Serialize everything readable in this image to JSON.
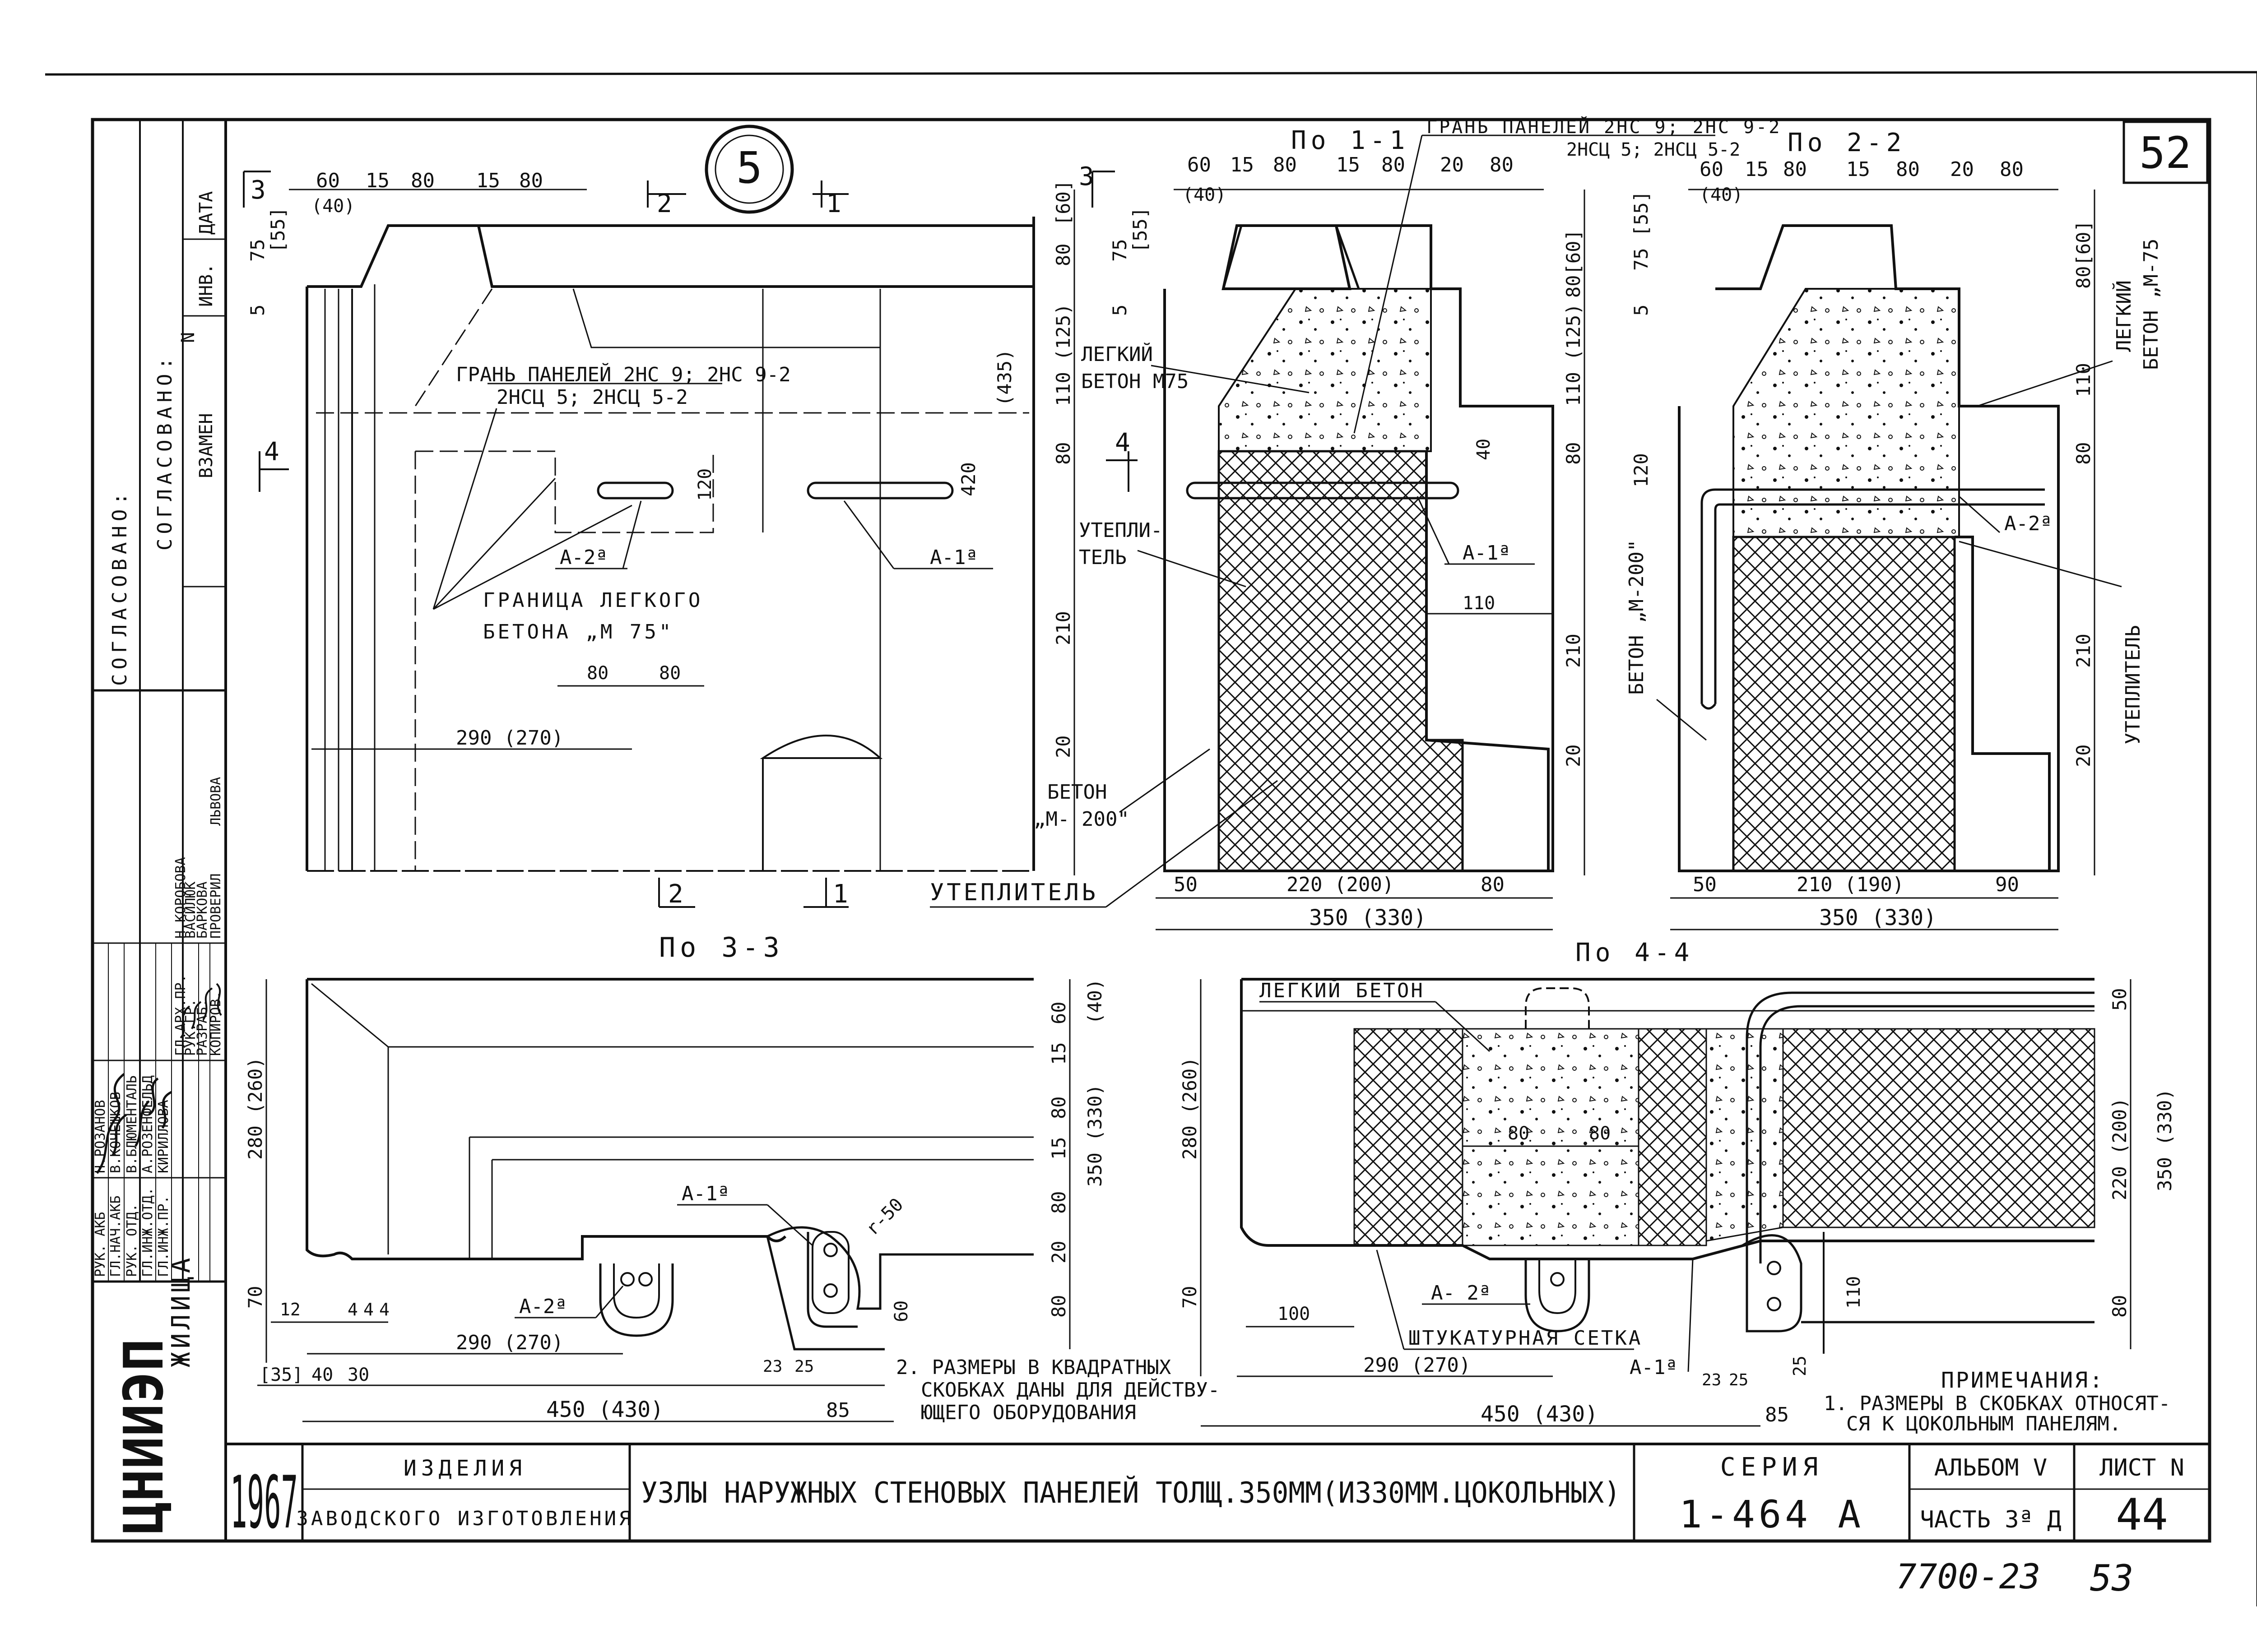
{
  "sheet": {
    "sheet_number_box": "52",
    "bottom_codes": {
      "left": "7700-23",
      "right": "53"
    },
    "detail_marker": "5"
  },
  "left_strip": {
    "header_cells": [
      "ДАТА",
      "ИНВ.",
      "N",
      "ВЗАМЕН"
    ],
    "approval_labels": [
      "СОГЛАСОВАНО:",
      "СОГЛАСОВАНО:"
    ],
    "staff_rows": [
      {
        "role": "РУК. АКБ",
        "name": "Н.РОЗАНОВ"
      },
      {
        "role": "ГЛ.НАЧ.АКБ",
        "name": "В.КОЧЕШКОВ"
      },
      {
        "role": "РУК. ОТД.",
        "name": "В.БЛЮМЕНТАЛЬ"
      },
      {
        "role": "ГЛ.ИНЖ.ОТД.",
        "name": "А.РОЗЕНФЕЛЬД"
      },
      {
        "role": "ГЛ.ИНЖ.ПР.",
        "name": "КИРИЛЛОВА"
      },
      {
        "role": "ГЛ.АРХ.ПР.",
        "name": "Н.КОРОБОВА"
      },
      {
        "role": "РУК.ГР.",
        "name": "ВАСИЛЮК"
      },
      {
        "role": "РАЗРАБ.",
        "name": "БАРКОВА"
      },
      {
        "role": "ПРОВЕРИЛ",
        "name": "ЛЬВОВА"
      },
      {
        "role": "КОПИРОВ.",
        "name": ""
      }
    ],
    "institute_lines": [
      "ЦНИИЭП",
      "ЖИЛИЩА"
    ]
  },
  "title_block": {
    "year": "1967",
    "product_line1": "ИЗДЕЛИЯ",
    "product_line2": "ЗАВОДСКОГО ИЗГОТОВЛЕНИЯ",
    "title": "УЗЛЫ НАРУЖНЫХ СТЕНОВЫХ ПАНЕЛЕЙ ТОЛЩ.350ММ(И330ММ.ЦОКОЛЬНЫХ)",
    "series_label": "СЕРИЯ",
    "series_value": "1-464 А",
    "album_label": "АЛЬБОМ V",
    "part_label": "ЧАСТЬ 3ª Д",
    "sheet_label": "ЛИСТ N",
    "sheet_value": "44"
  },
  "notes": {
    "heading": "ПРИМЕЧАНИЯ:",
    "note1_a": "1. РАЗМЕРЫ В СКОБКАХ ОТНОСЯТ-",
    "note1_b": "СЯ К ЦОКОЛЬНЫМ ПАНЕЛЯМ.",
    "note2_a": "2. РАЗМЕРЫ В КВАДРАТНЫХ",
    "note2_b": "СКОБКАХ ДАНЫ ДЛЯ ДЕЙСТВУ-",
    "note2_c": "ЮЩЕГО ОБОРУДОВАНИЯ"
  },
  "view_elevation": {
    "top_dims": [
      "60",
      "15",
      "80",
      "15",
      "80"
    ],
    "sub40": "(40)",
    "left_dims": [
      "5",
      "75",
      "[55]"
    ],
    "right_dims": [
      "80",
      "[60]",
      "110 (125)",
      "(435)",
      "420",
      "80",
      "210",
      "20"
    ],
    "label_facet1": "ГРАНЬ ПАНЕЛЕЙ 2НС 9; 2НС 9-2",
    "label_facet2": "2НСЦ 5; 2НСЦ 5-2",
    "label_boundary1": "ГРАНИЦА ЛЕГКОГО",
    "label_boundary2": "БЕТОНА „М 75\"",
    "a2": "А-2ª",
    "a1": "А-1ª",
    "dim120": "120",
    "dim80a": "80",
    "dim80b": "80",
    "dim290": "290 (270)",
    "cut3": "3",
    "cut4": "4",
    "cut2": "2",
    "cut1": "1",
    "view_label": "По 3-3"
  },
  "view_section11": {
    "label": "По 1-1",
    "facet1": "ГРАНЬ ПАНЕЛЕЙ 2НС 9; 2НС 9-2",
    "facet2": "2НСЦ 5; 2НСЦ 5-2",
    "top_dims": [
      "60",
      "15",
      "80",
      "15",
      "80",
      "20",
      "80"
    ],
    "sub40": "(40)",
    "left_dims": [
      "5",
      "75",
      "[55]"
    ],
    "right_dims": [
      "80[60]",
      "110 (125)",
      "80",
      "210",
      "20"
    ],
    "light_concrete1": "ЛЕГКИЙ",
    "light_concrete2": "БЕТОН М75",
    "insul1": "УТЕПЛИ-",
    "insul2": "ТЕЛЬ",
    "concrete1": "БЕТОН",
    "concrete2": "„М- 200\"",
    "insulation_lower": "УТЕПЛИТЕЛЬ",
    "a1": "А-1ª",
    "dim40": "40",
    "dim110": "110",
    "bottom_dims": [
      "50",
      "220 (200)",
      "80"
    ],
    "total": "350 (330)",
    "cut3": "3",
    "cut4": "4"
  },
  "view_section22": {
    "label": "По 2-2",
    "top_dims": [
      "60",
      "15",
      "80",
      "15",
      "80",
      "20",
      "80"
    ],
    "sub40": "(40)",
    "left_dims": [
      "5",
      "75 [55]",
      "120"
    ],
    "right_dims": [
      "80[60]",
      "110",
      "80",
      "210",
      "20"
    ],
    "light1": "ЛЕГКИЙ",
    "light2": "БЕТОН „М-75",
    "concrete_v": "БЕТОН „М-200\"",
    "insul_v": "УТЕПЛИТЕЛЬ",
    "a2": "А-2ª",
    "bottom_dims": [
      "50",
      "210 (190)",
      "90"
    ],
    "total": "350 (330)"
  },
  "view_plan33": {
    "left_dims": [
      "280 (260)",
      "70"
    ],
    "right_dims": [
      "60",
      "(40)",
      "15",
      "80",
      "15",
      "80",
      "20",
      "80"
    ],
    "total_v": "350 (330)",
    "a1": "А-1ª",
    "a2": "А-2ª",
    "r": "r-50",
    "dim60": "60",
    "small_dims": [
      "12",
      "4",
      "4",
      "4"
    ],
    "dim290": "290 (270)",
    "dim23": "23",
    "dim25": "25",
    "bottom_dims": [
      "[35]",
      "40",
      "30"
    ],
    "total": "450 (430)",
    "dim85": "85"
  },
  "view_plan44": {
    "label": "По 4-4",
    "left_dims": [
      "280 (260)",
      "70"
    ],
    "light": "ЛЕГКИЙ БЕТОН",
    "dim80a": "80",
    "dim80b": "80",
    "dim100": "100",
    "a2": "А- 2ª",
    "mesh": "ШТУКАТУРНАЯ СЕТКА",
    "a1": "А-1ª",
    "dim290": "290 (270)",
    "dim23": "23",
    "dim25": "25",
    "total": "450 (430)",
    "dim85": "85",
    "dim110": "110",
    "dim25b": "25",
    "right_dims": [
      "50",
      "220 (200)",
      "80"
    ],
    "total_v": "350 (330)"
  }
}
